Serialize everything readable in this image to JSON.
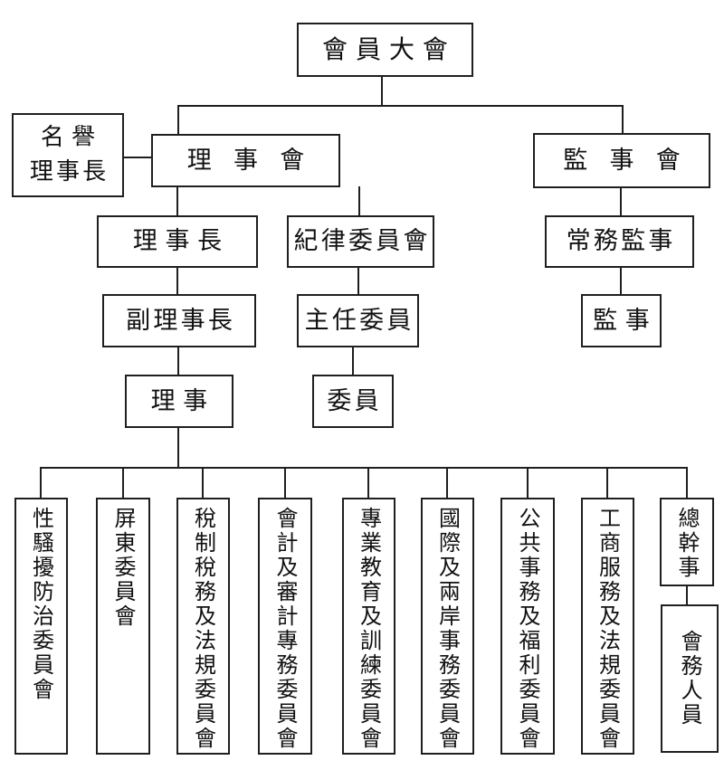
{
  "org_chart": {
    "general_assembly": "會員大會",
    "honorary_chairman_lines": [
      "名譽",
      "理事長"
    ],
    "board_of_directors": "理事會",
    "board_of_supervisors": "監事會",
    "chairman": "理事長",
    "discipline_committee": "紀律委員會",
    "standing_supervisor": "常務監事",
    "vice_chairman": "副理事長",
    "chief_commissioner": "主任委員",
    "supervisor": "監事",
    "director": "理事",
    "commissioner": "委員",
    "committees": [
      "性騷擾防治委員會",
      "屏東委員會",
      "稅制稅務及法規委員會",
      "會計及審計專務委員會",
      "專業教育及訓練委員會",
      "國際及兩岸事務委員會",
      "公共事務及福利委員會",
      "工商服務及法規委員會"
    ],
    "secretary_general": "總幹事",
    "staff": "會務人員",
    "colors": {
      "line": "#1f1f1f",
      "box_border": "#1f1f1f",
      "background": "#ffffff",
      "text": "#111111"
    }
  }
}
